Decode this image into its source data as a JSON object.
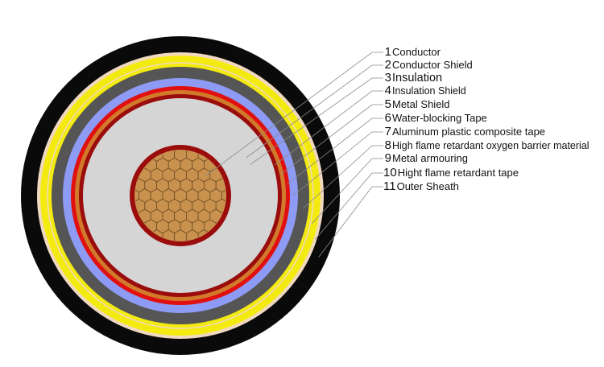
{
  "layers": [
    {
      "number": "1",
      "name": "Conductor",
      "color": "#c8924e"
    },
    {
      "number": "2",
      "name": "Conductor Shield",
      "color": "#9b0d0d"
    },
    {
      "number": "3",
      "name": "Insulation",
      "color": "#d5d5d5"
    },
    {
      "number": "4",
      "name": "Insulation Shield",
      "color": "#9b0d0d"
    },
    {
      "number": "5",
      "name": "Metal Shield",
      "color": "#d27a2c"
    },
    {
      "number": "6",
      "name": "Water-blocking Tape",
      "color": "#e01010"
    },
    {
      "number": "7",
      "name": "Aluminum plastic composite tape",
      "color": "#8e9bf5"
    },
    {
      "number": "8",
      "name": "High flame retardant oxygen barrier material",
      "color": "#555555"
    },
    {
      "number": "9",
      "name": "Metal armouring",
      "color": "#f3ea0f"
    },
    {
      "number": "10",
      "name": "Hight flame retardant tape",
      "color": "#f1d9c0"
    },
    {
      "number": "11",
      "name": "Outer Sheath",
      "color": "#0a0a0a"
    }
  ]
}
